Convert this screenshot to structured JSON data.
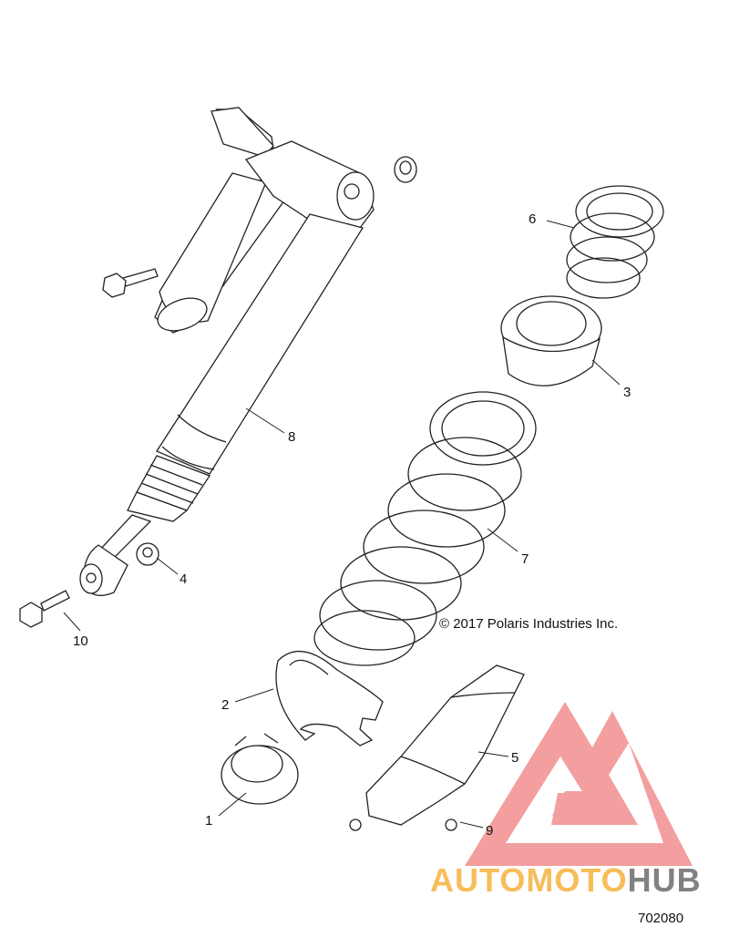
{
  "diagram": {
    "parts": [
      {
        "id": "part-1",
        "label": "1"
      },
      {
        "id": "part-2",
        "label": "2"
      },
      {
        "id": "part-3",
        "label": "3"
      },
      {
        "id": "part-4",
        "label": "4"
      },
      {
        "id": "part-5",
        "label": "5"
      },
      {
        "id": "part-6",
        "label": "6"
      },
      {
        "id": "part-7",
        "label": "7"
      },
      {
        "id": "part-8",
        "label": "8"
      },
      {
        "id": "part-9",
        "label": "9"
      },
      {
        "id": "part-10",
        "label": "10"
      }
    ],
    "copyright": "© 2017 Polaris Industries Inc.",
    "figure_number": "702080"
  },
  "watermark": {
    "text_light": "AUTOMOTO",
    "text_dark": "HUB",
    "color_light": "#f6b23c",
    "color_dark": "#6b6b6b",
    "logo_color": "#f08080"
  },
  "colors": {
    "callout_9": "#c0392b"
  }
}
